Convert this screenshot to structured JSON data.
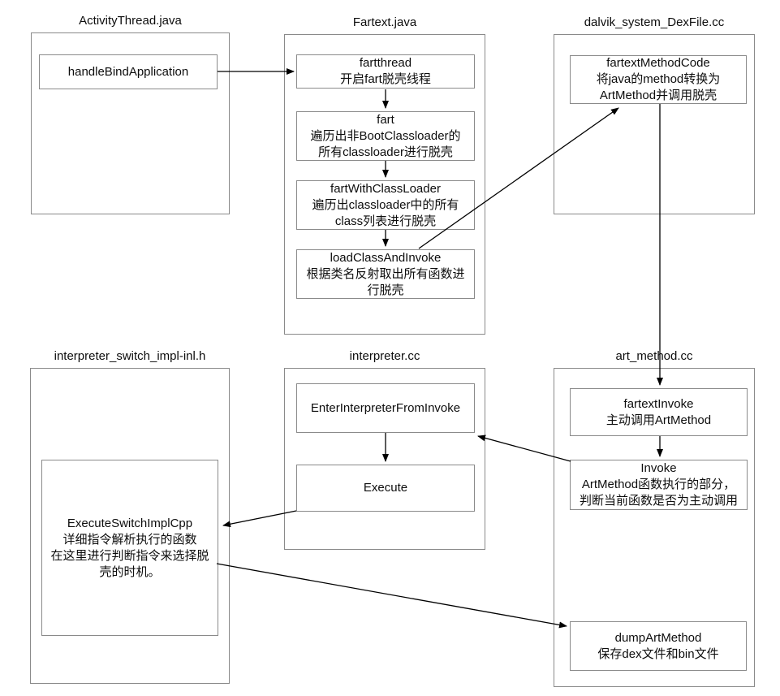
{
  "containers": {
    "activity_thread": {
      "title": "ActivityThread.java"
    },
    "fartext": {
      "title": "Fartext.java"
    },
    "dexfile": {
      "title": "dalvik_system_DexFile.cc"
    },
    "interpreter_switch": {
      "title": "interpreter_switch_impl-inl.h"
    },
    "interpreter": {
      "title": "interpreter.cc"
    },
    "art_method": {
      "title": "art_method.cc"
    }
  },
  "nodes": {
    "handle_bind_application": "handleBindApplication",
    "fartthread": "fartthread\n开启fart脱壳线程",
    "fart": "fart\n遍历出非BootClassloader的\n所有classloader进行脱壳",
    "fart_with_class_loader": "fartWithClassLoader\n遍历出classloader中的所有\nclass列表进行脱壳",
    "load_class_and_invoke": "loadClassAndInvoke\n根据类名反射取出所有函数进\n行脱壳",
    "fartext_method_code": "fartextMethodCode\n将java的method转换为\nArtMethod并调用脱壳",
    "execute_switch_impl_cpp": "ExecuteSwitchImplCpp\n详细指令解析执行的函数\n在这里进行判断指令来选择脱\n壳的时机。",
    "enter_interpreter_from_invoke": "EnterInterpreterFromInvoke",
    "execute": "Execute",
    "fartext_invoke": "fartextInvoke\n主动调用ArtMethod",
    "invoke": "Invoke\nArtMethod函数执行的部分，\n判断当前函数是否为主动调用",
    "dump_art_method": "dumpArtMethod\n保存dex文件和bin文件"
  },
  "edges": [
    {
      "from": "handleBindApplication",
      "to": "fartthread"
    },
    {
      "from": "fartthread",
      "to": "fart"
    },
    {
      "from": "fart",
      "to": "fartWithClassLoader"
    },
    {
      "from": "fartWithClassLoader",
      "to": "loadClassAndInvoke"
    },
    {
      "from": "loadClassAndInvoke",
      "to": "fartextMethodCode"
    },
    {
      "from": "fartextMethodCode",
      "to": "fartextInvoke"
    },
    {
      "from": "fartextInvoke",
      "to": "Invoke"
    },
    {
      "from": "Invoke",
      "to": "EnterInterpreterFromInvoke"
    },
    {
      "from": "EnterInterpreterFromInvoke",
      "to": "Execute"
    },
    {
      "from": "Execute",
      "to": "ExecuteSwitchImplCpp"
    },
    {
      "from": "ExecuteSwitchImplCpp",
      "to": "dumpArtMethod"
    }
  ],
  "colors": {
    "background": "#ffffff",
    "box_border": "#8a8a8a",
    "arrow": "#000000",
    "text": "#0d0d0d"
  }
}
